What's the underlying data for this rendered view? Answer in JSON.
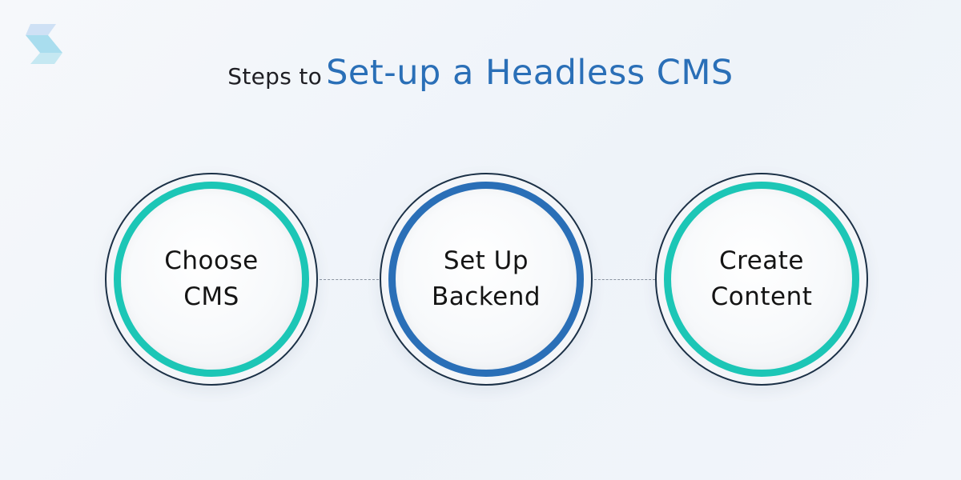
{
  "header": {
    "title_prefix": "Steps to",
    "title_highlight": "Set-up a Headless CMS"
  },
  "brand": {
    "logo_icon": "brand-s-logo-icon",
    "accent_blue": "#2a6fb7",
    "accent_teal": "#1cc6b6"
  },
  "steps": [
    {
      "line1": "Choose",
      "line2": "CMS",
      "ring_color": "teal"
    },
    {
      "line1": "Set Up",
      "line2": "Backend",
      "ring_color": "blue"
    },
    {
      "line1": "Create",
      "line2": "Content",
      "ring_color": "teal"
    }
  ]
}
